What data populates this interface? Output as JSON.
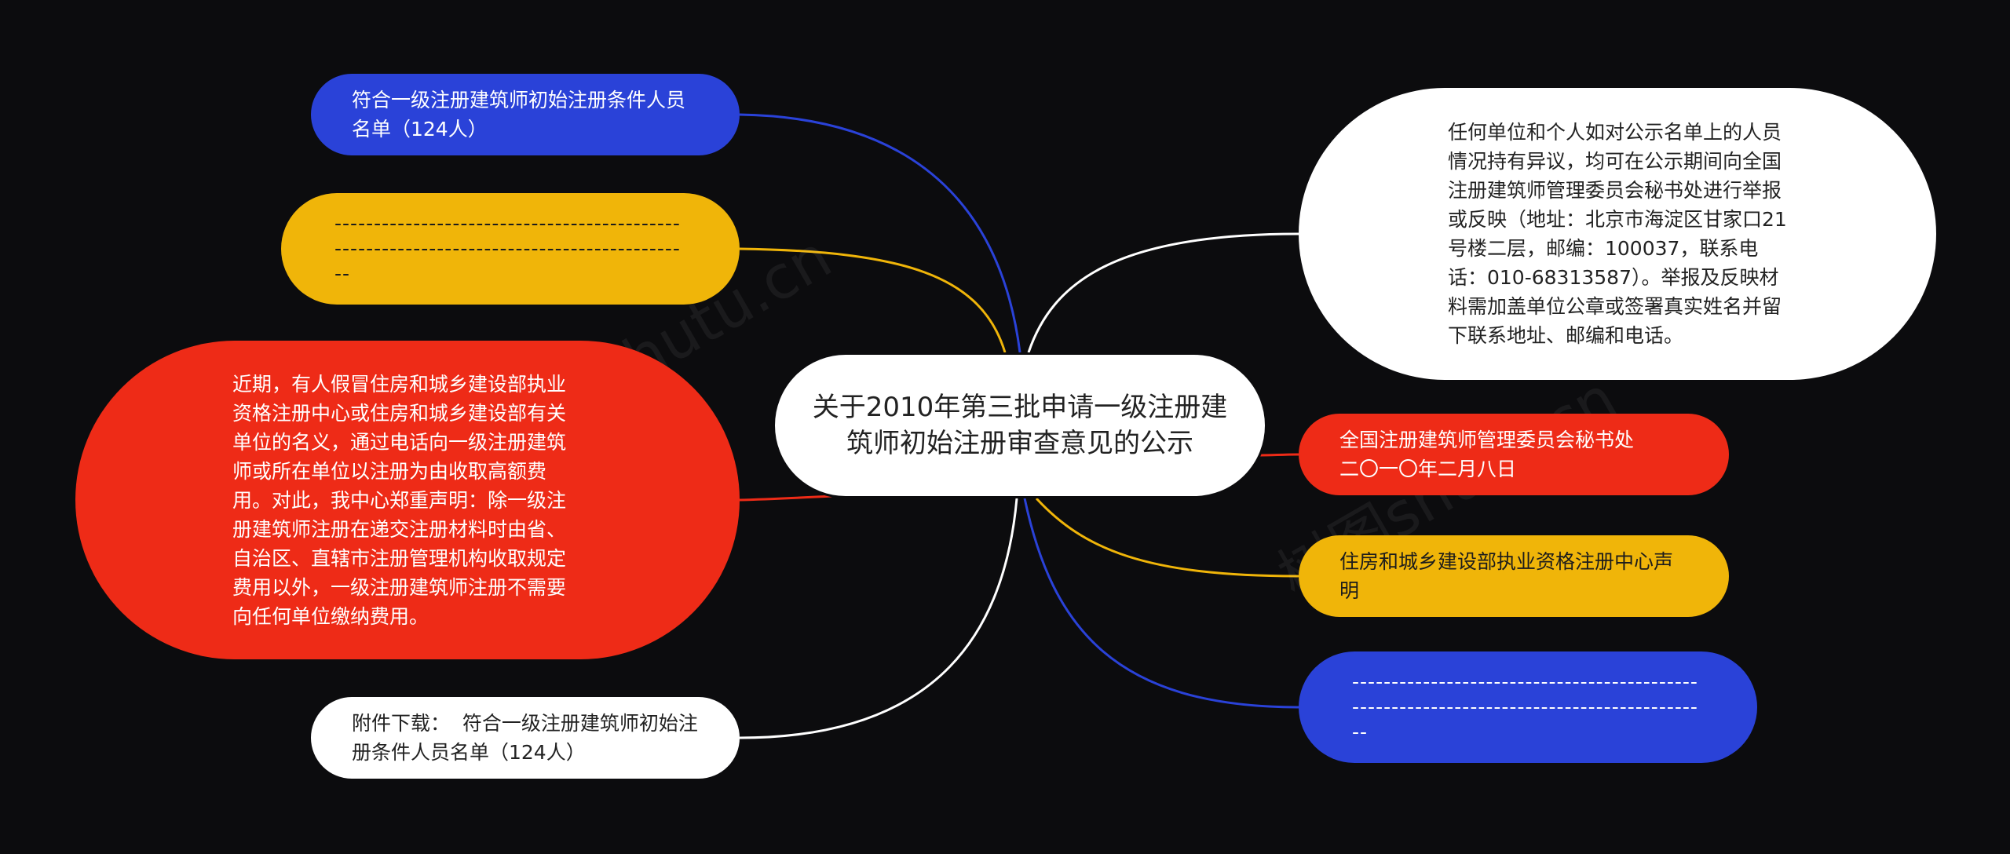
{
  "colors": {
    "background": "#0c0c0e",
    "blue": "#2a42d8",
    "yellow": "#f0b509",
    "red": "#ee2b17",
    "white": "#ffffff"
  },
  "center": {
    "text": "关于2010年第三批申请一级注册建筑师初始注册审查意见的公示"
  },
  "left_nodes": [
    {
      "text": "符合一级注册建筑师初始注册条件人员名单（124人）",
      "color": "blue"
    },
    {
      "text": "------------------------------------------------------------------------------------------",
      "color": "yellow"
    },
    {
      "text": "近期，有人假冒住房和城乡建设部执业资格注册中心或住房和城乡建设部有关单位的名义，通过电话向一级注册建筑师或所在单位以注册为由收取高额费用。对此，我中心郑重声明：除一级注册建筑师注册在递交注册材料时由省、自治区、直辖市注册管理机构收取规定费用以外，一级注册建筑师注册不需要向任何单位缴纳费用。",
      "color": "red"
    },
    {
      "text": "附件下载：  符合一级注册建筑师初始注册条件人员名单（124人）",
      "color": "white"
    }
  ],
  "right_nodes": [
    {
      "text": "任何单位和个人如对公示名单上的人员情况持有异议，均可在公示期间向全国注册建筑师管理委员会秘书处进行举报或反映（地址：北京市海淀区甘家口21号楼二层，邮编：100037，联系电话：010-68313587）。举报及反映材料需加盖单位公章或签署真实姓名并留下联系地址、邮编和电话。",
      "color": "white"
    },
    {
      "text": "全国注册建筑师管理委员会秘书处\n二〇一〇年二月八日",
      "color": "red"
    },
    {
      "text": "住房和城乡建设部执业资格注册中心声明",
      "color": "yellow"
    },
    {
      "text": "------------------------------------------------------------------------------------------",
      "color": "blue"
    }
  ],
  "watermarks": [
    "树图shutu.cn",
    "树图shutu.cn"
  ]
}
